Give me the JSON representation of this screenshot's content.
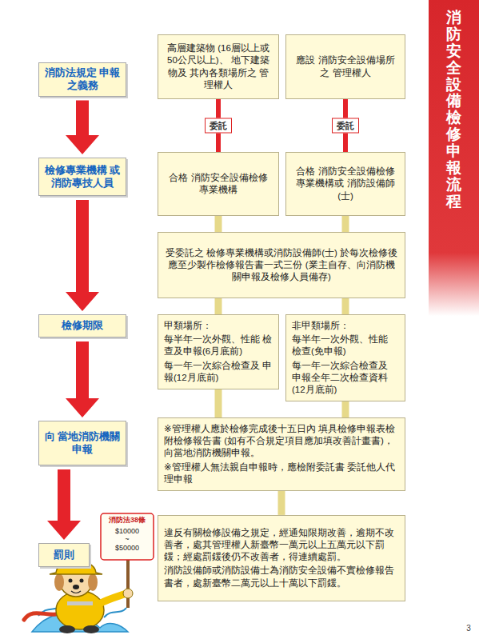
{
  "diagram": {
    "title": "消防安全設備檢修申報流程",
    "nodes": [
      {
        "text": [
          "消防法規定 申報之義務"
        ]
      },
      {
        "text": [
          "高層建築物 (16層以上或50公尺以上)、 地下建築物及 其內各類場所之 管理權人"
        ]
      },
      {
        "text": [
          "應設 消防安全設備場所之 管理權人"
        ]
      },
      {
        "text": [
          "檢修專業機構 或 消防專技人員"
        ]
      },
      {
        "text": [
          "合格 消防安全設備檢修 專業機構"
        ]
      },
      {
        "text": [
          "合格 消防安全設備檢修 專業機構或 消防設備師(士)"
        ]
      },
      {
        "text": [
          "受委託之 檢修專業機構或消防設備師(士) 於每次檢修後應至少製作檢修報告書一式三份 (業主自存、向消防機關申報及檢修人員備存)"
        ]
      },
      {
        "text": [
          "檢修期限"
        ]
      },
      {
        "text": [
          "甲類場所：",
          "每半年一次外觀、性能 檢查及申報(6月底前)",
          "每一年一次綜合檢查及 申報(12月底前)"
        ]
      },
      {
        "text": [
          "非甲類場所：",
          "每半年一次外觀、性能 檢查(免申報)",
          "每一年一次綜合檢查及 申報全年二次檢查資料 (12月底前)"
        ]
      },
      {
        "text": [
          "向 當地消防機關 申報"
        ]
      },
      {
        "text": [
          "※管理權人應於檢修完成後十五日內 填具檢修申報表檢附檢修報告書 (如有不合規定項目應加填改善計畫書)， 向當地消防機關申報。",
          "※管理權人無法親自申報時，應檢附委託書 委託他人代理申報"
        ]
      },
      {
        "text": [
          "罰則"
        ]
      },
      {
        "text": [
          "違反有關檢修設備之規定，經通知限期改善，逾期不改善者，處其管理權人新臺幣一萬元以上五萬元以下罰鍰；經處罰鍰後仍不改善者，得連續處罰。",
          "消防設備師或消防設備士為消防安全設備不實檢修報告書者，處新臺幣二萬元以上十萬以下罰鍰。"
        ]
      }
    ],
    "edges": [
      {
        "from": 0,
        "to": 3,
        "arrow": "to"
      },
      {
        "from": 3,
        "to": 7,
        "arrow": "to"
      },
      {
        "from": 7,
        "to": 10,
        "arrow": "to"
      },
      {
        "from": 10,
        "to": 12,
        "arrow": "to"
      },
      {
        "from": 1,
        "to": 4,
        "label": "委託",
        "arrow": "none"
      },
      {
        "from": 2,
        "to": 5,
        "label": "委託",
        "arrow": "none"
      },
      {
        "from": 4,
        "to": 6,
        "arrow": "none"
      },
      {
        "from": 5,
        "to": 6,
        "arrow": "none"
      },
      {
        "from": 6,
        "to": 8,
        "arrow": "none"
      },
      {
        "from": 6,
        "to": 9,
        "arrow": "none"
      },
      {
        "from": 8,
        "to": 11,
        "arrow": "none"
      },
      {
        "from": 9,
        "to": 11,
        "arrow": "none"
      },
      {
        "from": 11,
        "to": 13,
        "arrow": "none"
      }
    ],
    "labels": [
      "消防法38條",
      "$10000",
      "~",
      "$50000",
      "3"
    ]
  }
}
